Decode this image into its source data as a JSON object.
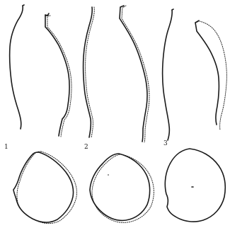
{
  "figure": {
    "labels": [
      "1",
      "2",
      "3"
    ],
    "colors": {
      "background": "#ffffff",
      "ink": "#1a1a1a",
      "dotted_ink": "#2a2a2a"
    }
  }
}
